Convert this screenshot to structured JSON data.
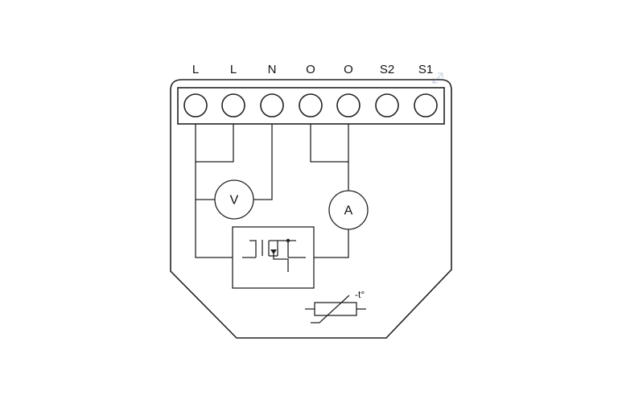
{
  "terminals": {
    "labels": [
      "L",
      "L",
      "N",
      "O",
      "O",
      "S2",
      "S1"
    ]
  },
  "meters": {
    "voltmeter_label": "V",
    "ammeter_label": "A"
  },
  "thermistor": {
    "label": "-t°"
  }
}
